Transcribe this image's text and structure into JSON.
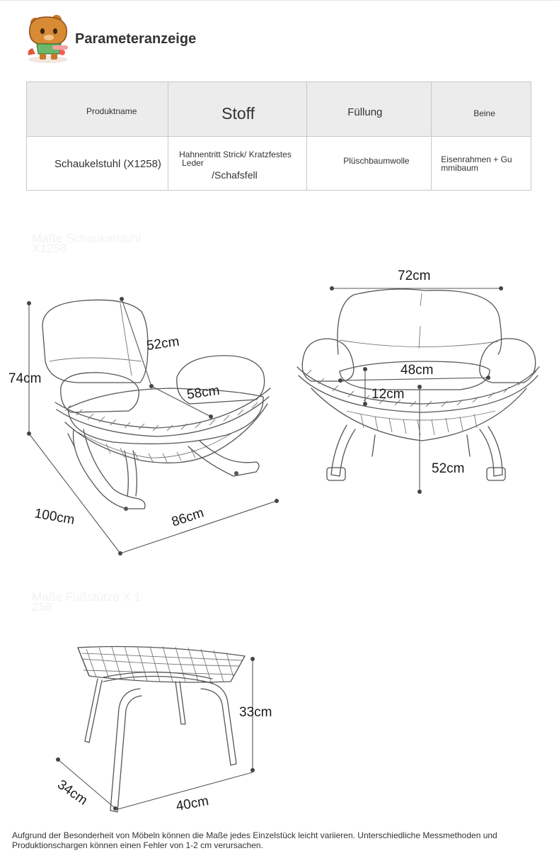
{
  "header": {
    "title": "Parameteranzeige",
    "mascot_icon": "bear-mascot-icon"
  },
  "table": {
    "headers": [
      "Produktname",
      "Stoff",
      "Füllung",
      "Beine"
    ],
    "row": {
      "name": "Schaukelstuhl (X1258)",
      "fabric_line1": "Hahnentritt Strick/ Kratzfestes",
      "fabric_line2": "Leder",
      "fabric_line3": "/Schafsfell",
      "filling": "Plüschbaumwolle",
      "legs_line1": "Eisenrahmen + Gu",
      "legs_line2": "mmibaum"
    }
  },
  "sections": {
    "chair_title": "Maße Schaukelstuhl X1258",
    "ottoman_title": "Maße Fußstütze X 1258"
  },
  "chair_side": {
    "height": "74cm",
    "backrest": "52cm",
    "seat_depth": "58cm",
    "depth": "100cm",
    "width": "86cm"
  },
  "chair_front": {
    "width": "72cm",
    "seat_width": "48cm",
    "cushion": "12cm",
    "seat_height": "52cm"
  },
  "ottoman": {
    "height": "33cm",
    "depth": "34cm",
    "width": "40cm"
  },
  "footer": {
    "disclaimer": "Aufgrund der Besonderheit von Möbeln können die Maße jedes Einzelstück leicht variieren. Unterschiedliche Messmethoden und Produktionschargen können einen Fehler von 1-2 cm verursachen."
  },
  "colors": {
    "header_bg": "#ececec",
    "border": "#c8c8c8",
    "line": "#555555"
  }
}
